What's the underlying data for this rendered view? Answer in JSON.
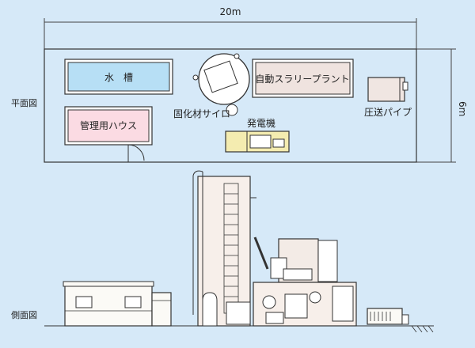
{
  "dimensions": {
    "width_label": "20m",
    "height_label": "6m"
  },
  "views": {
    "plan_label": "平面図",
    "side_label": "側面図"
  },
  "plan": {
    "water_tank": "水　槽",
    "mgmt_house": "管理用ハウス",
    "silo": "固化材サイロ",
    "slurry_plant": "自動スラリープラント",
    "generator": "発電機",
    "pipe": "圧送パイプ"
  },
  "colors": {
    "background": "#d6e9f8",
    "water_tank_fill": "#b7dff5",
    "mgmt_house_fill": "#fbdbe3",
    "generator_fill": "#f4ecb0",
    "plant_fill": "#efe3df",
    "machine_fill": "#f0e6e2",
    "line": "#333333"
  }
}
